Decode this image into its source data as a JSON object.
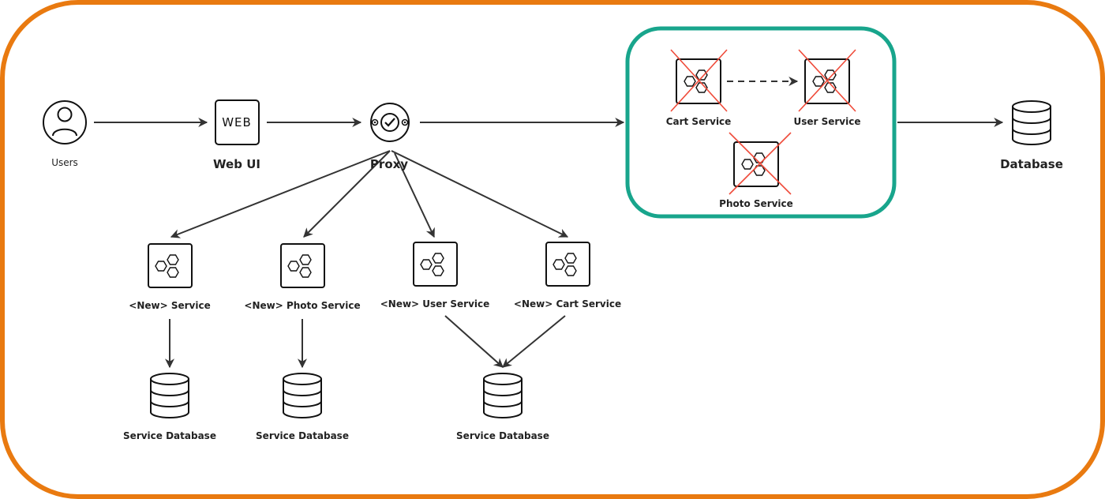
{
  "colors": {
    "outer_border": "#e97a10",
    "legacy_group_border": "#18a58c",
    "deprecated_cross": "#ef4b3a",
    "stroke": "#111111"
  },
  "nodes": {
    "users": {
      "label": "Users",
      "icon": "user-icon"
    },
    "web_ui": {
      "label": "Web UI",
      "icon_text": "WEB",
      "icon": "web-icon"
    },
    "proxy": {
      "label": "Proxy",
      "icon": "proxy-icon"
    },
    "database": {
      "label": "Database",
      "icon": "database-icon"
    },
    "legacy_cart": {
      "label": "Cart Service",
      "icon": "service-icon",
      "deprecated": true
    },
    "legacy_user": {
      "label": "User Service",
      "icon": "service-icon",
      "deprecated": true
    },
    "legacy_photo": {
      "label": "Photo Service",
      "icon": "service-icon",
      "deprecated": true
    },
    "new_service": {
      "label": "<New> Service",
      "icon": "service-icon"
    },
    "new_photo": {
      "label": "<New> Photo Service",
      "icon": "service-icon"
    },
    "new_user": {
      "label": "<New> User Service",
      "icon": "service-icon"
    },
    "new_cart": {
      "label": "<New> Cart Service",
      "icon": "service-icon"
    },
    "db1": {
      "label": "Service Database",
      "icon": "database-icon"
    },
    "db2": {
      "label": "Service Database",
      "icon": "database-icon"
    },
    "db3": {
      "label": "Service Database",
      "icon": "database-icon"
    }
  }
}
